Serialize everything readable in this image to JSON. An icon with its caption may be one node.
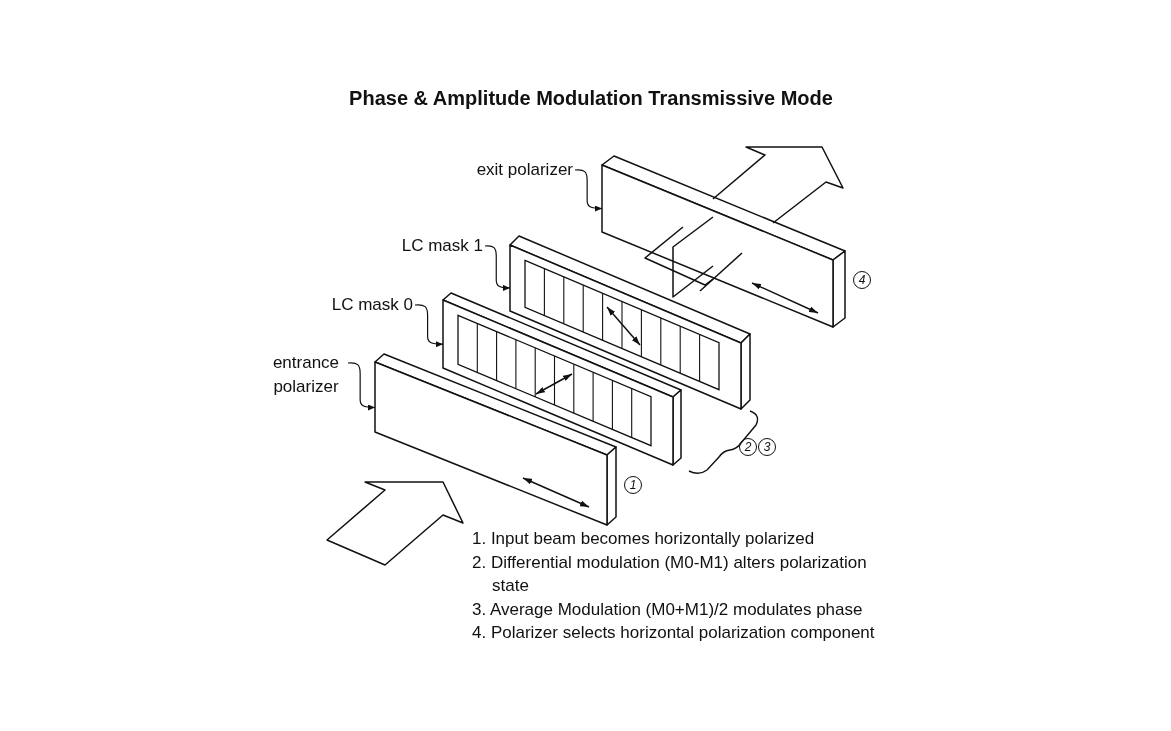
{
  "diagram": {
    "title": "Phase & Amplitude Modulation Transmissive Mode",
    "nodes": [
      {
        "text": [
          "exit polarizer"
        ]
      },
      {
        "text": [],
        "shape": "box"
      },
      {
        "text": [
          "LC mask 1"
        ]
      },
      {
        "text": [],
        "shape": "box"
      },
      {
        "text": [
          "LC mask 0"
        ]
      },
      {
        "text": [],
        "shape": "box"
      },
      {
        "text": [
          "entrance polarizer"
        ]
      },
      {
        "text": [],
        "shape": "box"
      }
    ],
    "edges": [
      {
        "from": 0,
        "to": 1,
        "arrow": "to"
      },
      {
        "from": 2,
        "to": 3,
        "arrow": "to"
      },
      {
        "from": 4,
        "to": 5,
        "arrow": "to"
      },
      {
        "from": 6,
        "to": 7,
        "arrow": "to"
      }
    ],
    "labels": [
      "4",
      "2",
      "3",
      "1",
      "1. Input beam becomes horizontally polarized",
      "2. Differential modulation (M0-M1) alters polarization state",
      "3. Average Modulation (M0+M1)/2 modulates phase",
      "4. Polarizer selects horizontal polarization component"
    ]
  }
}
